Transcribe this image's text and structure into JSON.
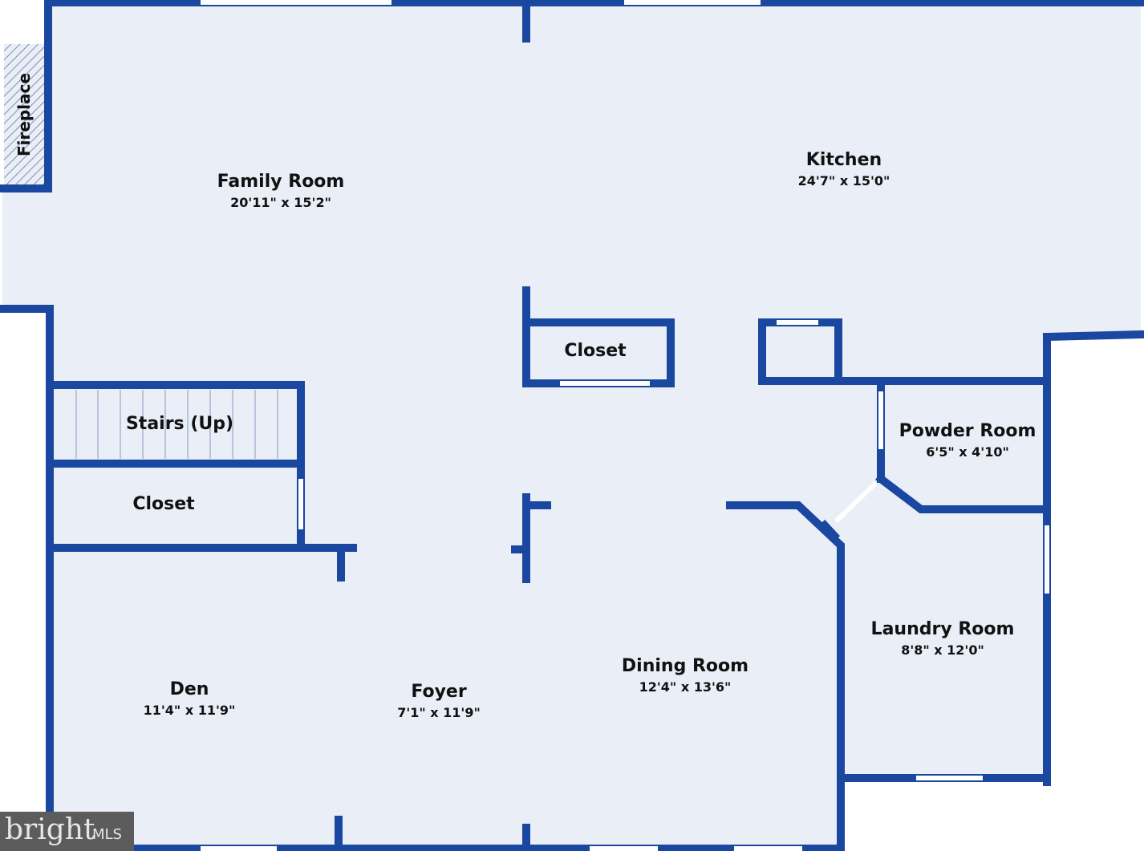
{
  "colors": {
    "wall": "#1a47a0",
    "floor": "#e9eef7",
    "window": "#ffffff"
  },
  "fireplace": "Fireplace",
  "rooms": {
    "family": {
      "name": "Family Room",
      "dims": "20'11\" x 15'2\""
    },
    "kitchen": {
      "name": "Kitchen",
      "dims": "24'7\" x 15'0\""
    },
    "closet1": {
      "name": "Closet"
    },
    "stairs": {
      "name": "Stairs (Up)"
    },
    "closet2": {
      "name": "Closet"
    },
    "powder": {
      "name": "Powder Room",
      "dims": "6'5\" x 4'10\""
    },
    "laundry": {
      "name": "Laundry Room",
      "dims": "8'8\" x 12'0\""
    },
    "den": {
      "name": "Den",
      "dims": "11'4\" x 11'9\""
    },
    "foyer": {
      "name": "Foyer",
      "dims": "7'1\" x 11'9\""
    },
    "dining": {
      "name": "Dining Room",
      "dims": "12'4\" x 13'6\""
    }
  },
  "logo": {
    "brand": "bright",
    "suffix": "MLS"
  }
}
